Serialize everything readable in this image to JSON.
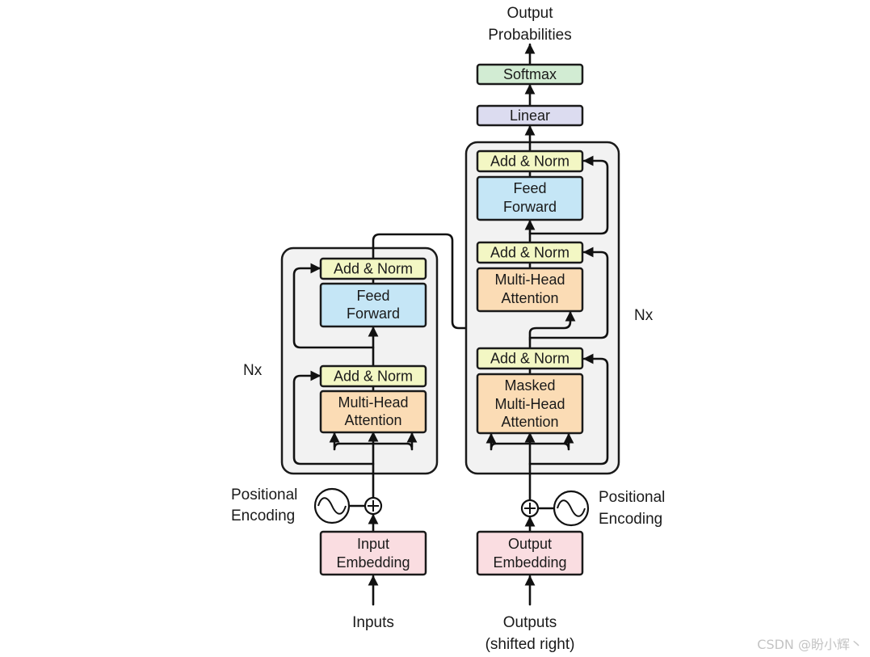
{
  "colors": {
    "add_norm": "#f3f7c4",
    "feed_forward": "#c5e6f6",
    "attention": "#fbdcb5",
    "embedding": "#fadde1",
    "linear": "#dcdcf0",
    "softmax": "#d2ecd3",
    "stack_bg": "#f2f2f2",
    "stroke": "#1a1a1a"
  },
  "encoder": {
    "repeat_label": "Nx",
    "add_norm_top": "Add & Norm",
    "feed_forward_l1": "Feed",
    "feed_forward_l2": "Forward",
    "add_norm_bottom": "Add & Norm",
    "attention_l1": "Multi-Head",
    "attention_l2": "Attention",
    "embedding_l1": "Input",
    "embedding_l2": "Embedding",
    "positional_l1": "Positional",
    "positional_l2": "Encoding",
    "input_label": "Inputs"
  },
  "decoder": {
    "repeat_label": "Nx",
    "add_norm_top": "Add & Norm",
    "feed_forward_l1": "Feed",
    "feed_forward_l2": "Forward",
    "add_norm_middle": "Add & Norm",
    "cross_attention_l1": "Multi-Head",
    "cross_attention_l2": "Attention",
    "add_norm_bottom": "Add & Norm",
    "masked_attention_l1": "Masked",
    "masked_attention_l2": "Multi-Head",
    "masked_attention_l3": "Attention",
    "embedding_l1": "Output",
    "embedding_l2": "Embedding",
    "positional_l1": "Positional",
    "positional_l2": "Encoding",
    "input_l1": "Outputs",
    "input_l2": "(shifted right)"
  },
  "head": {
    "linear": "Linear",
    "softmax": "Softmax",
    "output_l1": "Output",
    "output_l2": "Probabilities"
  },
  "watermark": "CSDN @盼小辉丶"
}
